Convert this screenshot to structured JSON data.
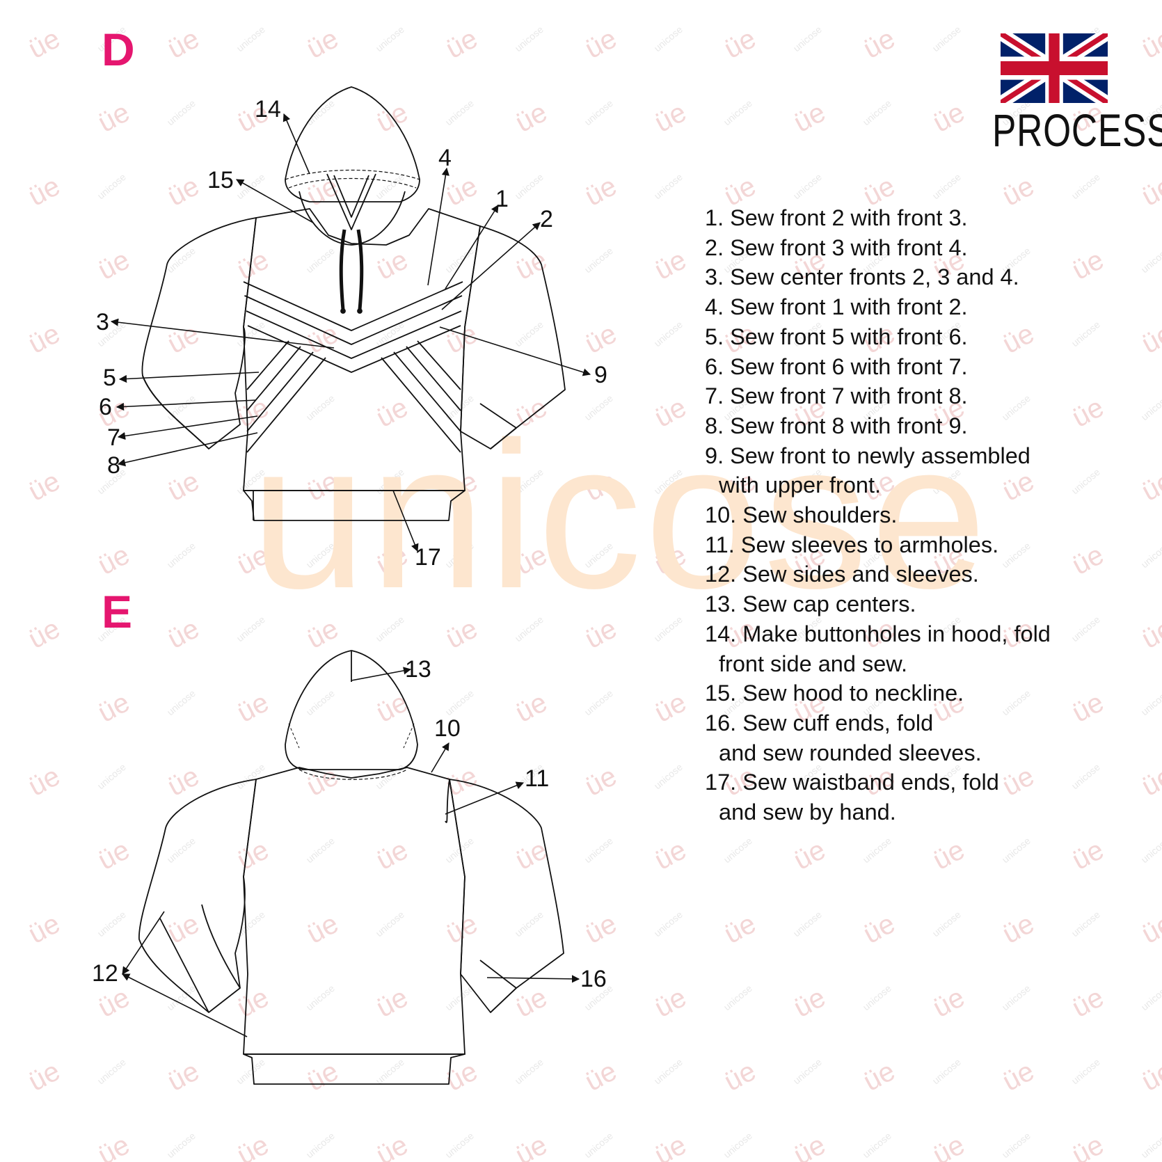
{
  "watermark": {
    "text": "unicose",
    "small_mark": "üe",
    "color": "#fde6cf"
  },
  "sections": {
    "front_letter": "D",
    "back_letter": "E",
    "accent_color": "#e5166f"
  },
  "language_flag": "uk-flag-icon",
  "title": "PROCESS",
  "steps": [
    {
      "n": "1.",
      "text": "Sew front 2 with front 3."
    },
    {
      "n": "2.",
      "text": "Sew front 3 with front 4."
    },
    {
      "n": "3.",
      "text": "Sew center fronts 2, 3 and 4."
    },
    {
      "n": "4.",
      "text": "Sew front 1 with front 2."
    },
    {
      "n": "5.",
      "text": "Sew front 5 with front 6."
    },
    {
      "n": "6.",
      "text": "Sew front 6 with front 7."
    },
    {
      "n": "7.",
      "text": "Sew front 7 with front 8."
    },
    {
      "n": "8.",
      "text": "Sew front 8 with front 9."
    },
    {
      "n": "9.",
      "text": "Sew front to newly assembled",
      "cont": "with upper front."
    },
    {
      "n": "10.",
      "text": "Sew shoulders."
    },
    {
      "n": "11.",
      "text": "Sew sleeves to armholes."
    },
    {
      "n": "12.",
      "text": "Sew sides and sleeves."
    },
    {
      "n": "13.",
      "text": "Sew cap centers."
    },
    {
      "n": "14.",
      "text": "Make buttonholes in hood, fold",
      "cont": "front side and sew."
    },
    {
      "n": "15.",
      "text": "Sew hood to neckline."
    },
    {
      "n": "16.",
      "text": "Sew cuff ends, fold",
      "cont": "and sew rounded sleeves."
    },
    {
      "n": "17.",
      "text": "Sew waistband ends, fold",
      "cont": "and sew by hand."
    }
  ],
  "front_callouts": [
    "1",
    "2",
    "3",
    "4",
    "5",
    "6",
    "7",
    "8",
    "9",
    "14",
    "15",
    "17"
  ],
  "back_callouts": [
    "10",
    "11",
    "12",
    "13",
    "16"
  ]
}
